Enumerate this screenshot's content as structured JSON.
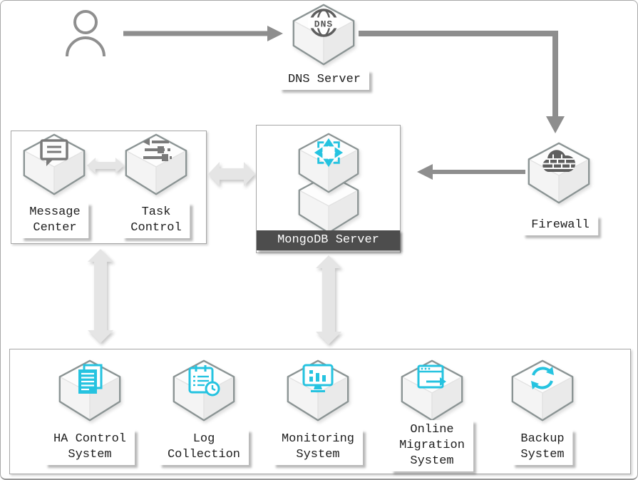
{
  "nodes": {
    "user": {
      "icon": "user-icon"
    },
    "dns": {
      "label": "DNS Server",
      "icon": "dns-globe-icon",
      "icon_text": "DNS"
    },
    "firewall": {
      "label": "Firewall",
      "icon": "firewall-cloud-icon"
    },
    "mongodb": {
      "label": "MongoDB Server",
      "icon": "scale-arrows-icon"
    },
    "message_center": {
      "label": "Message\nCenter",
      "icon": "chat-bubble-icon"
    },
    "task_control": {
      "label": "Task\nControl",
      "icon": "sliders-icon"
    },
    "ha_control": {
      "label": "HA Control\nSystem",
      "icon": "documents-icon"
    },
    "log_collection": {
      "label": "Log\nCollection",
      "icon": "log-schedule-icon"
    },
    "monitoring": {
      "label": "Monitoring\nSystem",
      "icon": "monitor-chart-icon"
    },
    "online_migration": {
      "label": "Online\nMigration\nSystem",
      "icon": "window-migrate-icon"
    },
    "backup": {
      "label": "Backup\nSystem",
      "icon": "sync-icon"
    }
  },
  "connections": [
    {
      "from": "user",
      "to": "dns",
      "style": "solid-arrow"
    },
    {
      "from": "dns",
      "to": "firewall",
      "style": "solid-elbow-arrow"
    },
    {
      "from": "firewall",
      "to": "mongodb",
      "style": "solid-arrow"
    },
    {
      "from": "mongodb",
      "to": "control-group",
      "style": "double-block-arrow"
    },
    {
      "from": "message_center",
      "to": "task_control",
      "style": "double-block-arrow"
    },
    {
      "from": "control-group",
      "to": "systems-group",
      "style": "double-block-arrow"
    },
    {
      "from": "mongodb",
      "to": "systems-group",
      "style": "double-block-arrow"
    }
  ],
  "colors": {
    "accent_cyan": "#25C3E0",
    "arrow_gray": "#8E8E8E",
    "block_arrow_gray": "#E5E5E5",
    "hex_border_gray": "#8B9494",
    "dark_icon_gray": "#5E5E5E",
    "banner_bg": "#4D4D4D",
    "banner_text": "#FFFFFF",
    "label_text": "#1D1D1D"
  }
}
